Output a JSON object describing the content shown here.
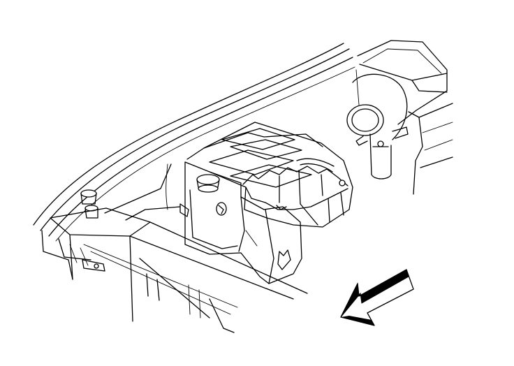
{
  "image": {
    "style": "black line art on white",
    "colors": {
      "line": "#000000",
      "background": "#ffffff",
      "arrow_shade": "#000000"
    },
    "parts": [
      {
        "name": "hood-edge"
      },
      {
        "name": "fender"
      },
      {
        "name": "hood-bumper"
      },
      {
        "name": "radiator-support"
      },
      {
        "name": "washer-fluid-reservoir"
      },
      {
        "name": "reservoir-cap"
      },
      {
        "name": "relay-center-box"
      },
      {
        "name": "air-intake-duct"
      },
      {
        "name": "front-direction-arrow-icon"
      }
    ]
  }
}
